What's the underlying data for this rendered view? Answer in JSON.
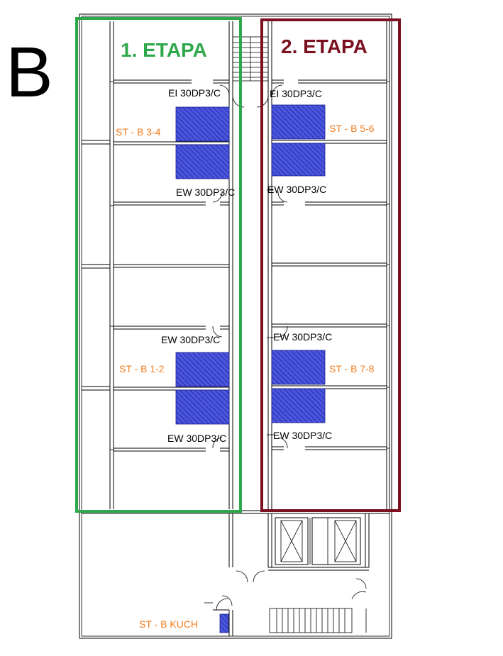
{
  "section_letter": "B",
  "stages": [
    {
      "label": "1. ETAPA",
      "color": "#2ea84a"
    },
    {
      "label": "2. ETAPA",
      "color": "#7a1020"
    }
  ],
  "rooms": [
    {
      "label": "ST - B 3-4"
    },
    {
      "label": "ST - B 5-6"
    },
    {
      "label": "ST - B 1-2"
    },
    {
      "label": "ST - B 7-8"
    },
    {
      "label": "ST - B KUCH"
    }
  ],
  "doors": [
    {
      "label": "EI 30DP3/C"
    },
    {
      "label": "EI 30DP3/C"
    },
    {
      "label": "EW 30DP3/C"
    },
    {
      "label": "EW 30DP3/C"
    },
    {
      "label": "EW 30DP3/C"
    },
    {
      "label": "EW 30DP3/C"
    },
    {
      "label": "EW 30DP3/C"
    },
    {
      "label": "EW 30DP3/C"
    }
  ],
  "colors": {
    "room_label": "#f07d1e",
    "hatch_fill": "#4a55e0",
    "hatch_line": "#1a1f8a",
    "wall": "#000000"
  }
}
